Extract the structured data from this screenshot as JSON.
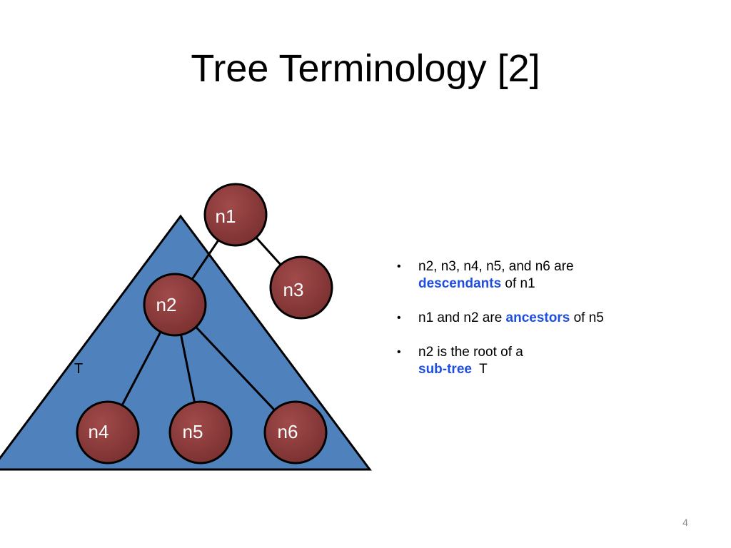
{
  "slide": {
    "title": "Tree Terminology [2]",
    "page_number": "4"
  },
  "diagram": {
    "subtree_label": "T",
    "nodes": [
      {
        "id": "n1",
        "label": "n1"
      },
      {
        "id": "n2",
        "label": "n2"
      },
      {
        "id": "n3",
        "label": "n3"
      },
      {
        "id": "n4",
        "label": "n4"
      },
      {
        "id": "n5",
        "label": "n5"
      },
      {
        "id": "n6",
        "label": "n6"
      }
    ],
    "edges": [
      [
        "n1",
        "n2"
      ],
      [
        "n1",
        "n3"
      ],
      [
        "n2",
        "n4"
      ],
      [
        "n2",
        "n5"
      ],
      [
        "n2",
        "n6"
      ]
    ],
    "colors": {
      "subtree_fill": "#4f81bd",
      "subtree_stroke": "#000000",
      "node_fill": "#8b3a3a",
      "node_stroke": "#000000",
      "node_text": "#ffffff",
      "highlight_text": "#1f4fe0"
    }
  },
  "bullets": [
    {
      "before": "n2, n3, n4, n5, and n6 are",
      "highlight": "descendants",
      "after": " of n1"
    },
    {
      "before": "n1 and n2 are ",
      "highlight": "ancestors",
      "after": " of n5"
    },
    {
      "before": "n2 is the root of a",
      "highlight": "sub-tree",
      "after": "  T"
    }
  ]
}
